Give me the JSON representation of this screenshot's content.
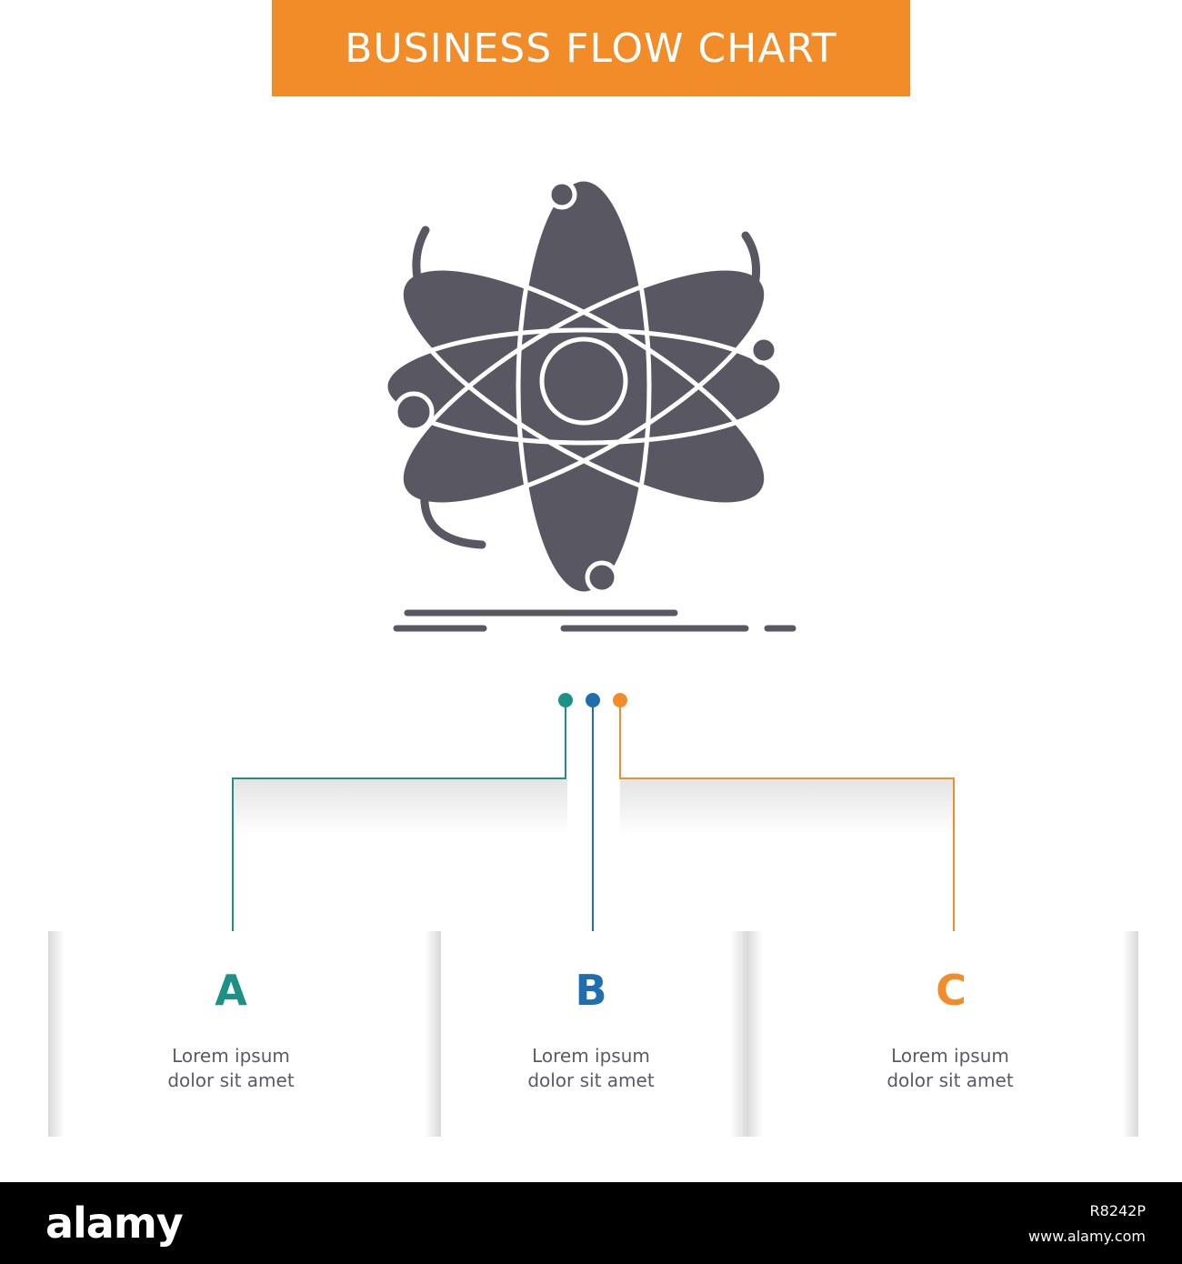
{
  "header": {
    "title": "BUSINESS FLOW CHART"
  },
  "icon": {
    "name": "atom-icon",
    "color": "#585762"
  },
  "steps": [
    {
      "letter": "A",
      "line1": "Lorem ipsum",
      "line2": "dolor sit amet",
      "color": "#1e9187"
    },
    {
      "letter": "B",
      "line1": "Lorem ipsum",
      "line2": "dolor sit amet",
      "color": "#1f6fae"
    },
    {
      "letter": "C",
      "line1": "Lorem ipsum",
      "line2": "dolor sit amet",
      "color": "#f28c28"
    }
  ],
  "colors": {
    "header": "#f28c28",
    "text": "#5b5966"
  },
  "footer": {
    "logo": "alamy",
    "image_id": "R8242P",
    "url": "www.alamy.com"
  }
}
